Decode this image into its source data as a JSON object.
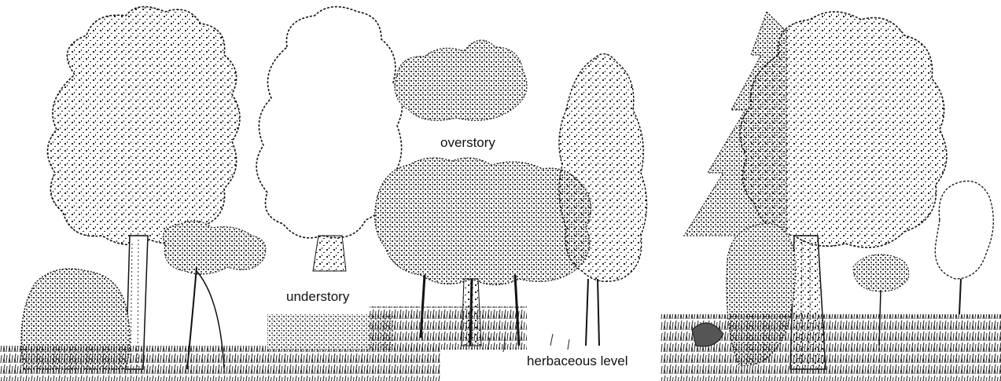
{
  "labels": {
    "overstory": "overstory",
    "understory": "understory",
    "herbaceous": "herbaceous level"
  },
  "colors": {
    "ink": "#111111",
    "shade": "#555555",
    "background": "#ffffff"
  }
}
